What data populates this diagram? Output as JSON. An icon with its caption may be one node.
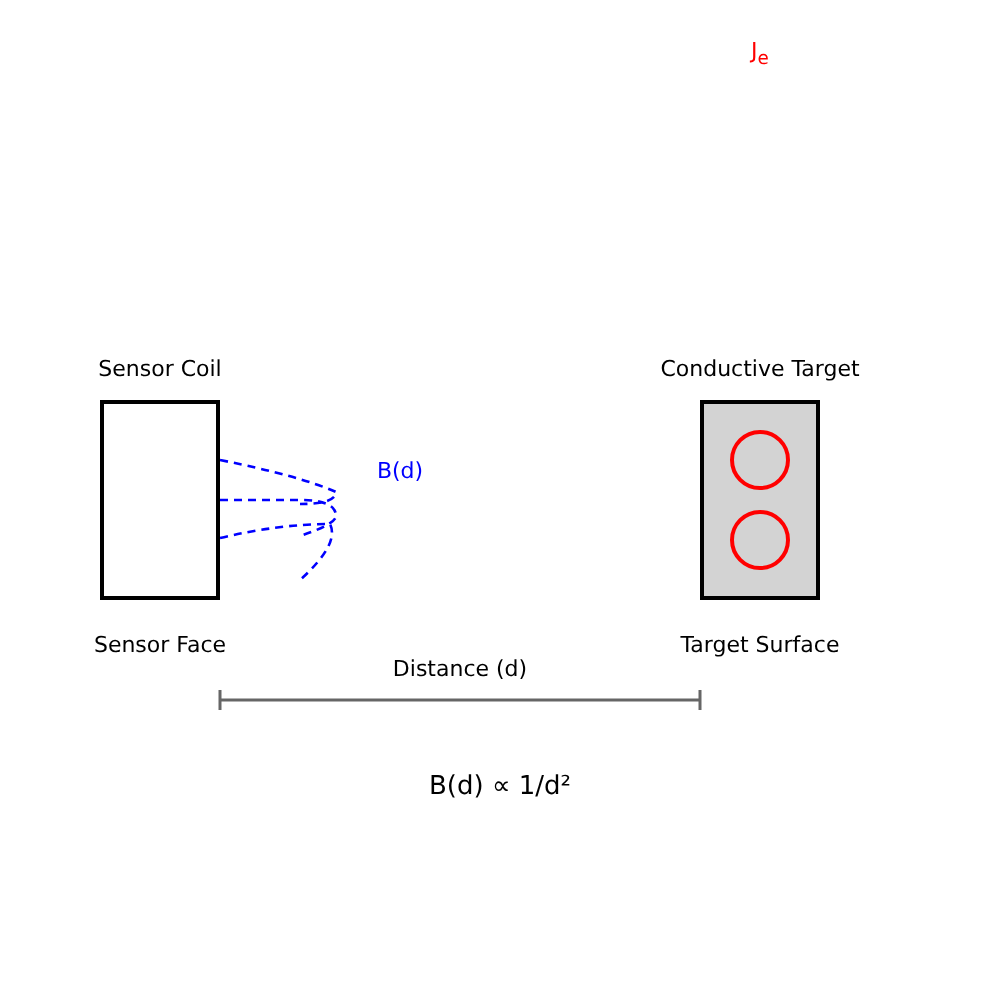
{
  "diagram": {
    "nodes": [
      {
        "text": [
          "Sensor Coil"
        ],
        "beside": [
          "Sensor Face"
        ]
      },
      {
        "text": [
          "Conductive Target"
        ],
        "beside": [
          "Target Surface"
        ]
      },
      {
        "text": [],
        "shape": "circle",
        "in": 1
      },
      {
        "text": [],
        "shape": "circle",
        "in": 1
      }
    ],
    "edges": [],
    "labels": [
      "J$_{e}$",
      "B(d)",
      "Distance (d)",
      "B(d) ∝ 1/d²"
    ]
  }
}
